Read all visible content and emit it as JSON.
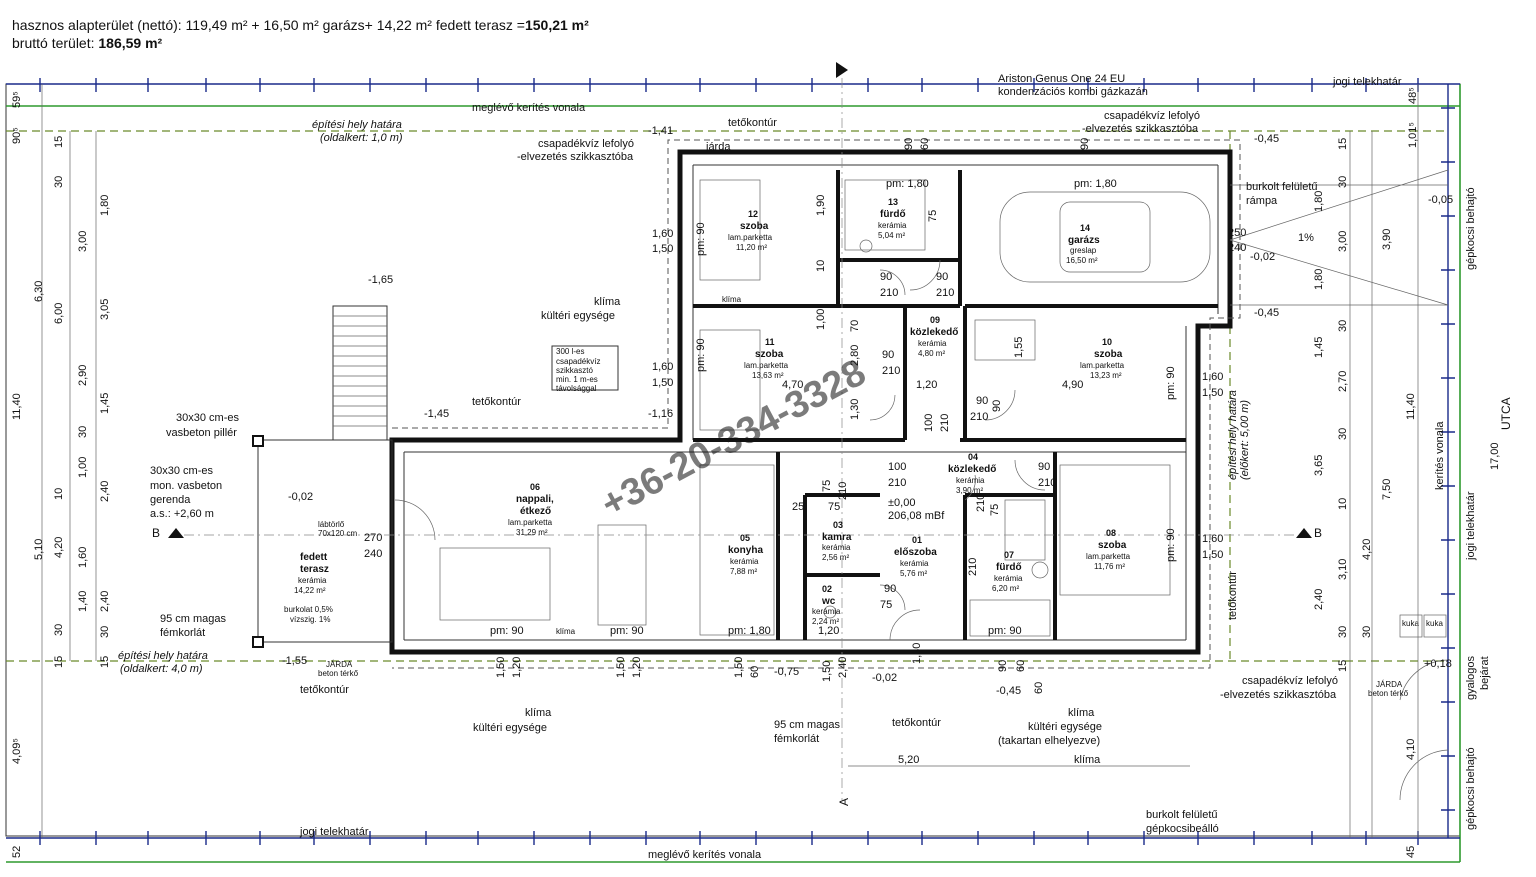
{
  "header": {
    "net_area_prefix": "hasznos alapterület (nettó): 119,49 m² + 16,50 m² garázs+ 14,22 m² fedett terasz =",
    "net_area_total": "150,21 m²",
    "gross_area_prefix": "bruttó terület:",
    "gross_area_value": "186,59 m²"
  },
  "labels": {
    "street": "UTCA",
    "fence_top": "meglévő kerítés vonala",
    "fence_bottom": "meglévő kerítés vonala",
    "legal_boundary_top": "jogi telekhatár",
    "legal_boundary_bottom": "jogi telekhatár",
    "legal_boundary_right": "jogi telekhatár",
    "fence_right": "kerítés vonala",
    "build_limit_top": "építési hely határa",
    "build_limit_top_sub": "(oldalkert: 1,0 m)",
    "build_limit_bottom": "építési hely határa",
    "build_limit_bottom_sub": "(oldalkert: 4,0 m)",
    "build_limit_right": "építési hely határa",
    "build_limit_right_sub": "(előkert: 5,00 m)",
    "roof_outline_top": "tetőkontúr",
    "roof_outline_left": "tetőkontúr",
    "roof_outline_bottom_left": "tetőkontúr",
    "roof_outline_bottom_mid": "tetőkontúr",
    "roof_outline_right": "tetőkontúr",
    "boiler_1": "Ariston Genus One 24 EU",
    "boiler_2": "kondenzációs kombi gázkazán",
    "rain_top_right_1": "csapadékvíz lefolyó",
    "rain_top_right_2": "-elvezetés szikkasztóba",
    "rain_top_left_1": "csapadékvíz lefolyó",
    "rain_top_left_2": "-elvezetés szikkasztóba",
    "rain_bottom_right_1": "csapadékvíz lefolyó",
    "rain_bottom_right_2": "-elvezetés szikkasztóba",
    "sidewalk_top": "járda",
    "ramp_1": "burkolt felületű",
    "ramp_2": "rámpa",
    "ramp_slope": "1%",
    "car_entry_top": "gépkocsi behajtó",
    "car_entry_bottom": "gépkocsi behajtó",
    "ped_entry_1": "gyalogos",
    "ped_entry_2": "bejárat",
    "bins_1": "kuka",
    "bins_2": "kuka",
    "ac_top_1": "klíma",
    "ac_top_2": "kültéri egysége",
    "ac_bottom_1": "klíma",
    "ac_bottom_2": "kültéri egysége",
    "ac_right_1": "klíma",
    "ac_right_2": "kültéri egysége",
    "ac_right_3": "(takartan elhelyezve)",
    "seepage_1": "300 l-es",
    "seepage_2": "csapadékvíz",
    "seepage_3": "szikkasztó",
    "seepage_4": "min. 1 m-es",
    "seepage_5": "távolsággal",
    "pillar_1": "30x30 cm-es",
    "pillar_2": "vasbeton pillér",
    "beam_1": "30x30 cm-es",
    "beam_2": "mon. vasbeton",
    "beam_3": "gerenda",
    "beam_4": "a.s.: +2,60 m",
    "rail_left_1": "95 cm magas",
    "rail_left_2": "fémkorlát",
    "rail_mid_1": "95 cm magas",
    "rail_mid_2": "fémkorlát",
    "walk_left_1": "JÁRDA",
    "walk_left_2": "beton térkő",
    "walk_right_1": "JÁRDA",
    "walk_right_2": "beton térkő",
    "parking_1": "burkolt felületű",
    "parking_2": "gépkocsibeálló",
    "terrace_paving_1": "burkolat 0,5%",
    "terrace_paving_2": "vízszig. 1%",
    "doormat_1": "lábtörlő",
    "doormat_2": "70x120 cm",
    "section_b_left": "B",
    "section_b_right": "B",
    "section_a": "A",
    "datum_1": "±0,00",
    "datum_2": "206,08 mBf",
    "watermark": "+36-20-334-3328"
  },
  "rooms": [
    {
      "no": "12",
      "name": "szoba",
      "floor": "lam.parketta",
      "area": "11,20 m²"
    },
    {
      "no": "13",
      "name": "fürdő",
      "floor": "kerámia",
      "area": "5,04 m²"
    },
    {
      "no": "14",
      "name": "garázs",
      "floor": "greslap",
      "area": "16,50 m²"
    },
    {
      "no": "11",
      "name": "szoba",
      "floor": "lam.parketta",
      "area": "13,63 m²"
    },
    {
      "no": "09",
      "name": "közlekedő",
      "floor": "kerámia",
      "area": "4,80 m²"
    },
    {
      "no": "10",
      "name": "szoba",
      "floor": "lam.parketta",
      "area": "13,23 m²"
    },
    {
      "no": "06",
      "name": "nappali,",
      "name2": "étkező",
      "floor": "lam.parketta",
      "area": "31,29 m²"
    },
    {
      "no": "05",
      "name": "konyha",
      "floor": "kerámia",
      "area": "7,88 m²"
    },
    {
      "no": "03",
      "name": "kamra",
      "floor": "kerámia",
      "area": "2,56 m²"
    },
    {
      "no": "02",
      "name": "wc",
      "floor": "kerámia",
      "area": "2,24 m²"
    },
    {
      "no": "01",
      "name": "előszoba",
      "floor": "kerámia",
      "area": "5,76 m²"
    },
    {
      "no": "04",
      "name": "közlekedő",
      "floor": "kerámia",
      "area": "3,90 m²"
    },
    {
      "no": "07",
      "name": "fürdő",
      "floor": "kerámia",
      "area": "6,20 m²"
    },
    {
      "no": "08",
      "name": "szoba",
      "floor": "lam.parketta",
      "area": "11,76 m²"
    },
    {
      "no": "",
      "name": "fedett",
      "name2": "terasz",
      "floor": "kerámia",
      "area": "14,22 m²"
    }
  ],
  "levels": [
    "-1,65",
    "-1,45",
    "-1,16",
    "-1,41",
    "-0,45",
    "-0,02",
    "-0,45",
    "-0,05",
    "-0,02",
    "-1,55",
    "-0,75",
    "-0,02",
    "-0,45",
    "+0,18"
  ],
  "dims_left": [
    "59⁵",
    "90⁵",
    "6,30",
    "11,40",
    "5,10",
    "4,09⁵",
    "52",
    "15",
    "30",
    "3,00",
    "3,05",
    "2,90",
    "1,45",
    "30",
    "1,00",
    "10",
    "1,60",
    "1,40",
    "30",
    "15",
    "6,00",
    "4,20",
    "2,40",
    "2,40",
    "30",
    "15",
    "1,80"
  ],
  "dims_right": [
    "48⁵",
    "1,01⁵",
    "15",
    "30",
    "1,80",
    "3,00",
    "1,80",
    "30",
    "1,45",
    "2,70",
    "30",
    "3,65",
    "10",
    "3,10",
    "2,40",
    "30",
    "15",
    "3,90",
    "11,40",
    "7,50",
    "4,20",
    "17,00",
    "4,10",
    "45",
    "30"
  ],
  "dims_interior": [
    "4,70",
    "4,90",
    "1,20",
    "1,60",
    "1,50",
    "1,60",
    "1,50",
    "1,60",
    "1,50",
    "1,60",
    "1,50",
    "1,90",
    "1,00",
    "1,30",
    "1,55",
    "10",
    "70",
    "90",
    "210",
    "90",
    "210",
    "90",
    "210",
    "90",
    "210",
    "75",
    "250",
    "240",
    "270",
    "240",
    "100",
    "210",
    "100",
    "210",
    "25",
    "75",
    "75",
    "210",
    "90",
    "210",
    "90",
    "75",
    "210",
    "75",
    "210",
    "90",
    "90",
    "60",
    "90",
    "60",
    "pm: 1,80",
    "pm: 1,80",
    "pm: 90",
    "pm: 90",
    "pm: 90",
    "pm: 90",
    "pm: 90",
    "pm: 90",
    "pm: 1,80",
    "pm: 90",
    "1,20",
    "1,50",
    "1,20",
    "1,50",
    "1,20",
    "1,50",
    "60",
    "1,50",
    "2,40",
    "1,30",
    "60",
    "90",
    "2,80",
    "5,20",
    "klíma",
    "klíma",
    "klíma"
  ]
}
